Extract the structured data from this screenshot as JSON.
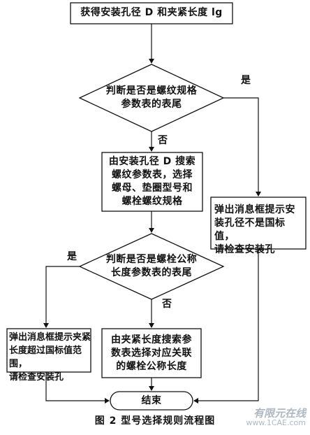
{
  "nodes": {
    "start": "获得安装孔径 D 和夹紧长度 lg",
    "decision1": "判断是否是螺纹规格\n参数表的表尾",
    "process_search": "由安装孔径 D 搜索\n螺纹参数表，选择\n螺母、垫圈型号和\n螺栓螺纹规格",
    "message_hole": "弹出消息框提示安\n装孔径不是国标值，\n请检查安装孔",
    "decision2": "判断是否是螺栓公称\n长度参数表的表尾",
    "message_length": "弹出消息框提示夹紧\n长度超过国标值范围，\n请检查安装孔",
    "process_length": "由夹紧长度搜索参\n数表选择对应关联\n的螺栓公称长度",
    "end": "结束"
  },
  "edge_labels": {
    "d1_yes": "是",
    "d1_no": "否",
    "d2_yes": "是",
    "d2_no": "否"
  },
  "caption": "图 2   型号选择规则流程图",
  "watermark": "有限元在线",
  "watermark_url": "www.1CAE.com"
}
